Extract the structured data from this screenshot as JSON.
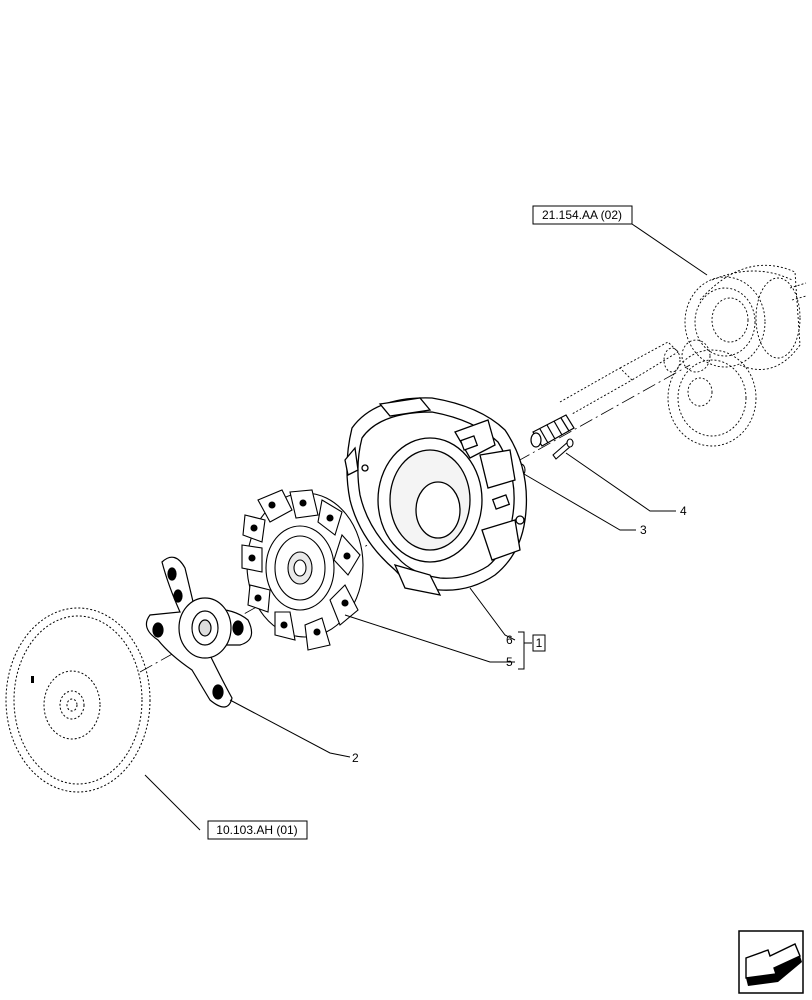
{
  "references": {
    "transmission": "21.154.AA (02)",
    "flywheel": "10.103.AH (01)"
  },
  "callouts": {
    "assembly": "1",
    "disc_cushion": "2",
    "washer": "3",
    "bolt": "4",
    "clutch_disc": "5",
    "pressure_plate": "6"
  },
  "nav_icon": "next-page-arrow-icon"
}
